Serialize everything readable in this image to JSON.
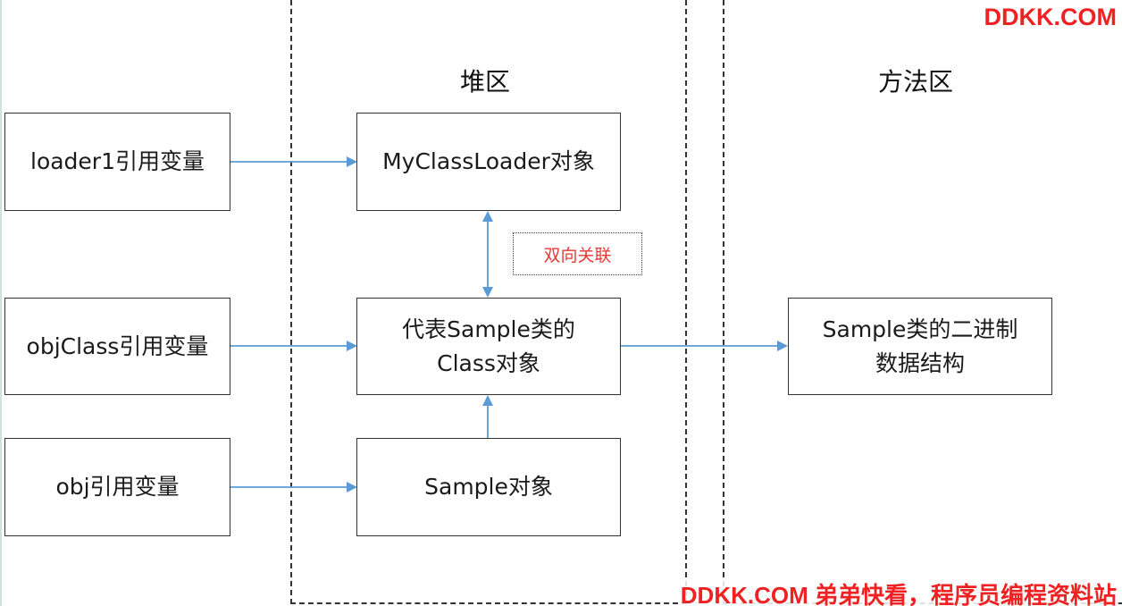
{
  "regions": {
    "heap_title": "堆区",
    "method_title": "方法区"
  },
  "boxes": {
    "loader1_ref": "loader1引用变量",
    "objclass_ref": "objClass引用变量",
    "obj_ref": "obj引用变量",
    "myclassloader_obj": "MyClassLoader对象",
    "class_obj_line1": "代表Sample类的",
    "class_obj_line2": "Class对象",
    "sample_obj": "Sample对象",
    "binary_line1": "Sample类的二进制",
    "binary_line2": "数据结构"
  },
  "note": {
    "bidirectional": "双向关联"
  },
  "watermarks": {
    "top": "DDKK.COM",
    "bottom": "DDKK.COM 弟弟快看，程序员编程资料站"
  },
  "colors": {
    "arrow": "#5b9bd5",
    "border": "#333333",
    "note_text": "#e53935",
    "watermark": "#ee2222"
  }
}
